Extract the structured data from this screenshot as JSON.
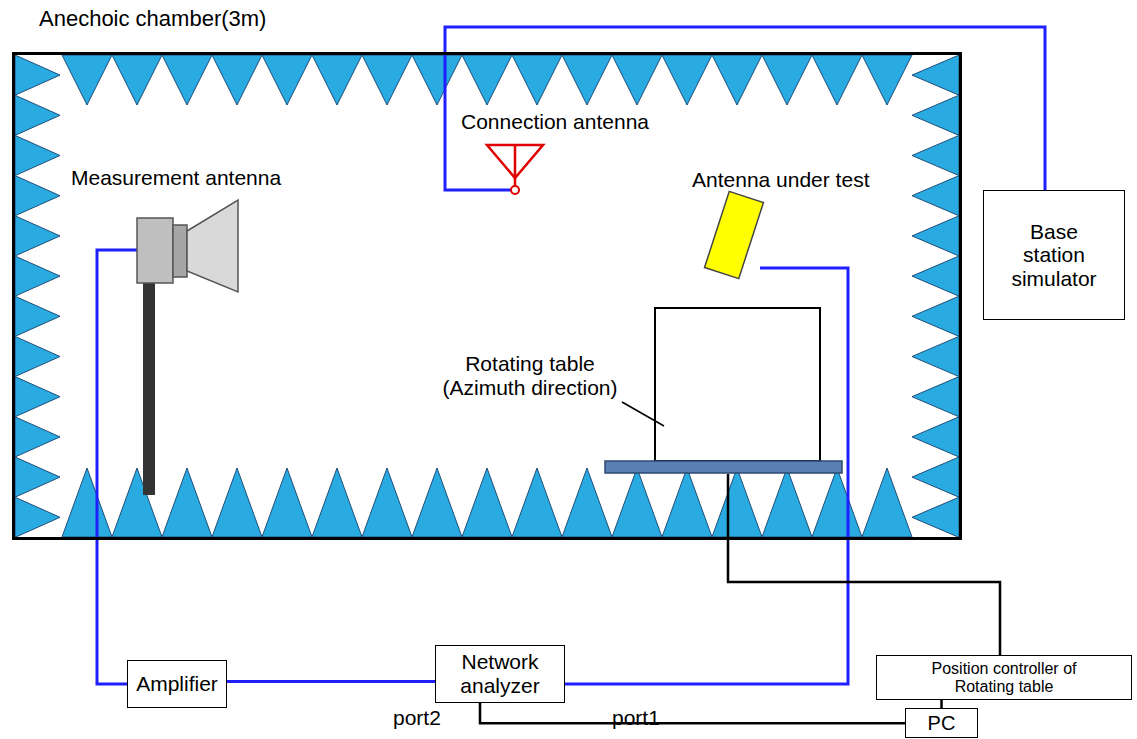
{
  "diagram": {
    "nodes": [
      {
        "text": [
          "Anechoic chamber(3m)"
        ]
      },
      {
        "text": [
          "Base station simulator"
        ]
      },
      {
        "text": [
          "Amplifier"
        ]
      },
      {
        "text": [
          "Network analyzer"
        ]
      },
      {
        "text": [
          "Position controller of Rotating table"
        ]
      },
      {
        "text": [
          "PC"
        ]
      }
    ],
    "edges": [
      {
        "from": 2,
        "to": 3,
        "arrow": "none"
      },
      {
        "from": 3,
        "to": 5,
        "arrow": "none"
      },
      {
        "from": 4,
        "to": 5,
        "arrow": "none"
      }
    ],
    "labels": [
      "Connection antenna",
      "Measurement antenna",
      "Antenna under test",
      "Rotating table (Azimuth direction)",
      "port2",
      "port1"
    ]
  }
}
